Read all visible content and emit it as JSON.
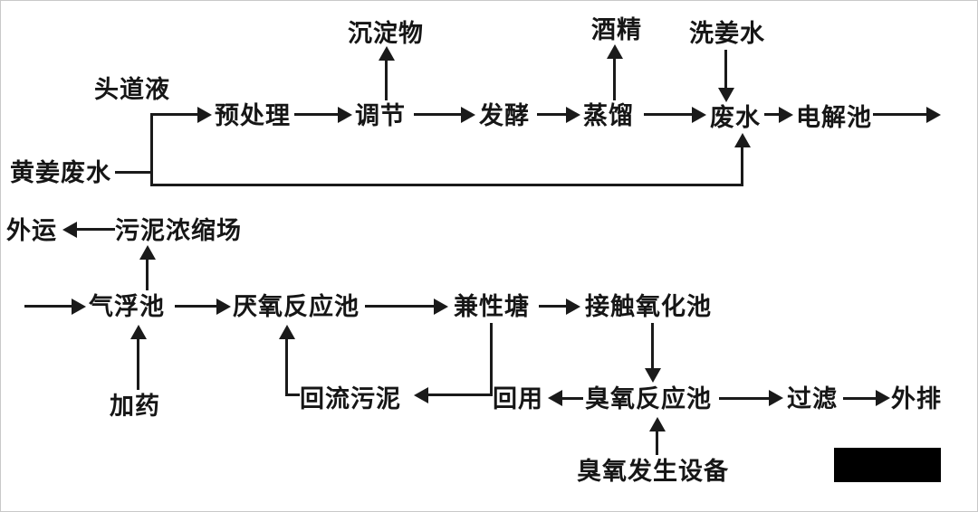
{
  "colors": {
    "ink": "#1a1a1a",
    "background": "#ffffff",
    "redaction": "#000000"
  },
  "nodes": {
    "sediment": "沉淀物",
    "alcohol": "酒精",
    "ginger_wash_water": "洗姜水",
    "first_extract": "头道液",
    "pretreatment": "预处理",
    "regulation": "调节",
    "fermentation": "发酵",
    "distillation": "蒸馏",
    "wastewater": "废水",
    "electrolysis_cell": "电解池",
    "yellow_ginger_wastewater": "黄姜废水",
    "outward_transport": "外运",
    "sludge_thickening_yard": "污泥浓缩场",
    "air_flotation_tank": "气浮池",
    "anaerobic_reactor": "厌氧反应池",
    "facultative_pond": "兼性塘",
    "contact_oxidation_tank": "接触氧化池",
    "dosing": "加药",
    "return_sludge": "回流污泥",
    "reuse": "回用",
    "ozone_reactor": "臭氧反应池",
    "filtration": "过滤",
    "discharge": "外排",
    "ozone_generator": "臭氧发生设备"
  },
  "edges": [
    "yellow_ginger_wastewater -> pretreatment (头道液)",
    "pretreatment -> regulation",
    "regulation -> sediment",
    "regulation -> fermentation",
    "fermentation -> distillation",
    "distillation -> alcohol",
    "distillation -> wastewater",
    "ginger_wash_water -> wastewater",
    "yellow_ginger_wastewater -> wastewater",
    "wastewater -> electrolysis_cell",
    "electrolysis_cell -> (out right)",
    "(in left) -> air_flotation_tank",
    "dosing -> air_flotation_tank",
    "air_flotation_tank -> sludge_thickening_yard",
    "sludge_thickening_yard -> outward_transport",
    "air_flotation_tank -> anaerobic_reactor",
    "anaerobic_reactor -> facultative_pond",
    "facultative_pond -> return_sludge",
    "return_sludge -> anaerobic_reactor",
    "facultative_pond -> contact_oxidation_tank",
    "contact_oxidation_tank -> ozone_reactor",
    "ozone_generator -> ozone_reactor",
    "ozone_reactor -> reuse",
    "ozone_reactor -> filtration",
    "filtration -> discharge"
  ]
}
